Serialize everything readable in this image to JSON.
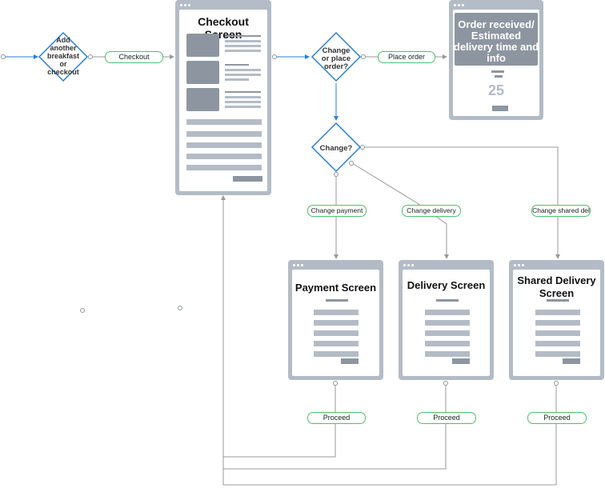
{
  "decisions": {
    "add_another": "Add another breakfast or checkout",
    "change_or_place": "Change or place order?",
    "change": "Change?"
  },
  "edges": {
    "checkout": "Checkout",
    "place_order": "Place order",
    "change_payment": "Change payment",
    "change_delivery": "Change delivery",
    "change_shared": "Change shared del",
    "proceed_payment": "Proceed",
    "proceed_delivery": "Proceed",
    "proceed_shared": "Proceed"
  },
  "screens": {
    "checkout": "Checkout Screen",
    "order_received": "Order received/ Estimated delivery time and info",
    "order_number": "25",
    "payment": "Payment Screen",
    "delivery": "Delivery Screen",
    "shared_delivery": "Shared Delivery Screen"
  },
  "colors": {
    "frame": "#b3bcc6",
    "block": "#8d96a0",
    "connector": "#999999",
    "flow_blue": "#2a7fd4",
    "pill_border": "#4cc26a"
  }
}
